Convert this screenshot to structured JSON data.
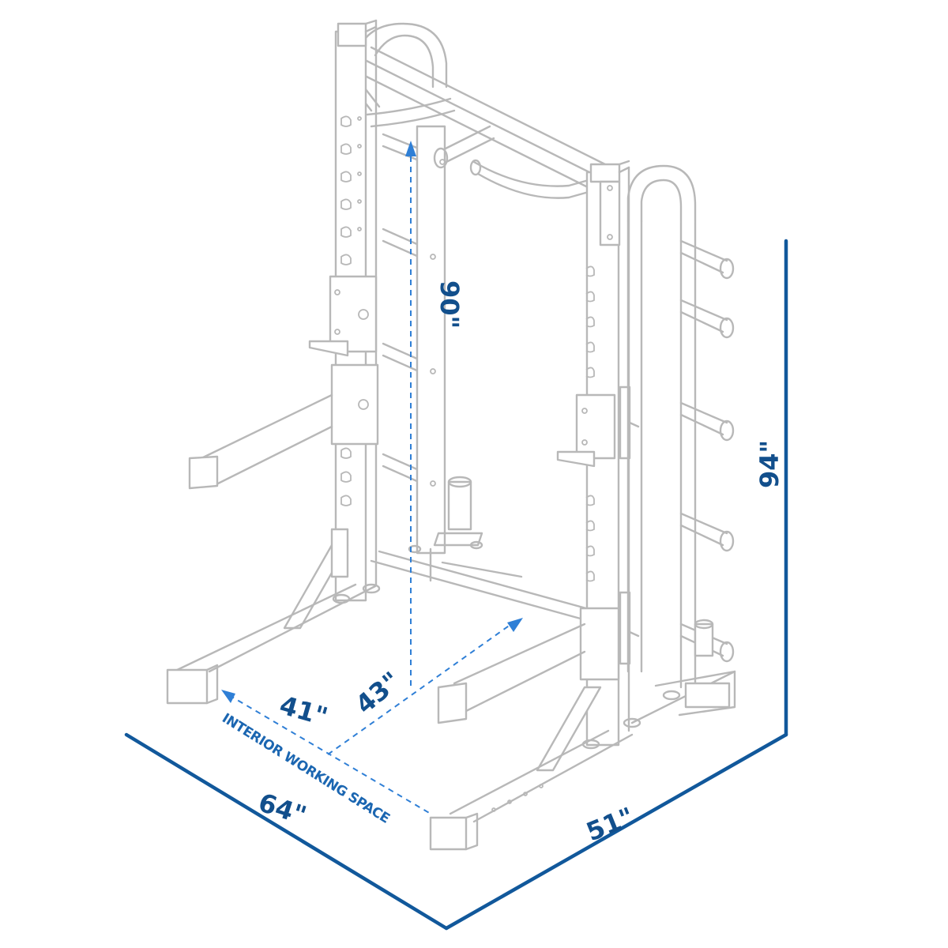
{
  "labels": {
    "height_total": "94\"",
    "height_interior": "90\"",
    "width_base": "51\"",
    "depth_base": "64\"",
    "interior_width": "41\"",
    "interior_depth": "43\"",
    "interior_space": "INTERIOR WORKING SPACE"
  },
  "colors": {
    "dimension_line": "#11589b",
    "dimension_dashed": "#2f7fd6",
    "frame_outline": "#b8b8b8"
  }
}
